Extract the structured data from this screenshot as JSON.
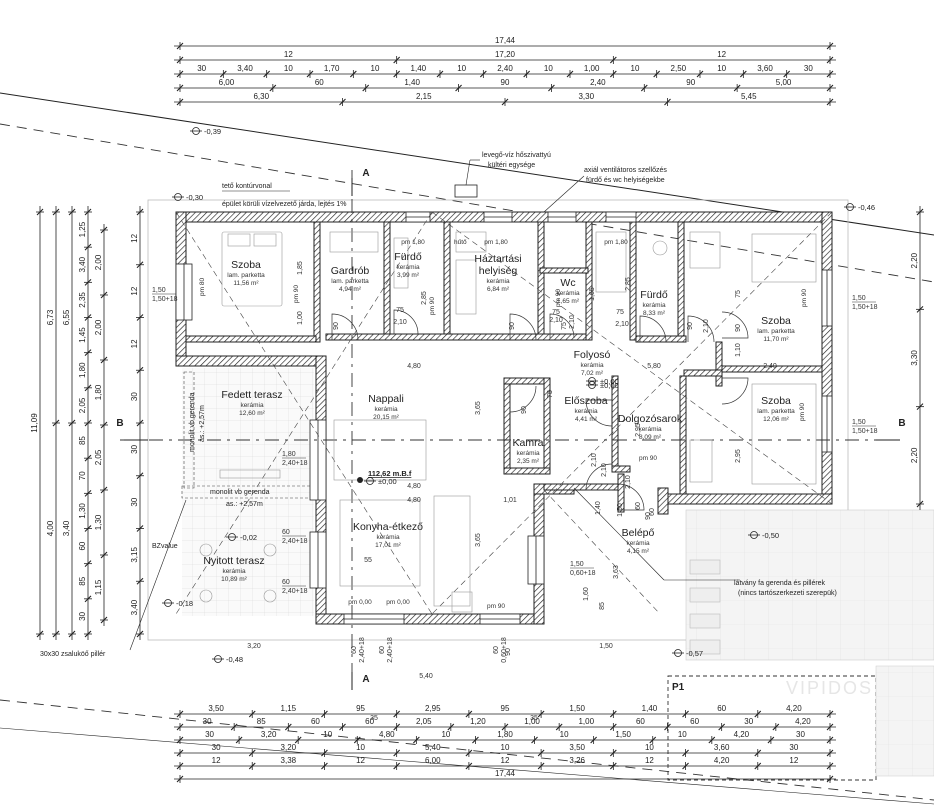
{
  "dims_top": [
    {
      "labels": [
        "17,44"
      ]
    },
    {
      "labels": [
        "12",
        "17,20",
        "12"
      ]
    },
    {
      "labels": [
        "30",
        "3,40",
        "10",
        "1,70",
        "10",
        "1,40",
        "10",
        "2,40",
        "10",
        "1,00",
        "10",
        "2,50",
        "10",
        "3,60",
        "30"
      ]
    },
    {
      "labels": [
        "6,00",
        "60",
        "1,40",
        "90",
        "2,40",
        "90",
        "5,00"
      ]
    },
    {
      "labels": [
        "6,30",
        "2,15",
        "3,30",
        "5,45"
      ]
    }
  ],
  "dims_bottom": [
    {
      "labels": [
        "3,50",
        "1,15",
        "95",
        "2,95",
        "95",
        "1,50",
        "1,40",
        "60",
        "4,20"
      ]
    },
    {
      "labels": [
        "30",
        "85",
        "60",
        "60",
        "2,05",
        "1,20",
        "1,00",
        "1,00",
        "60",
        "60",
        "30",
        "4,20"
      ]
    },
    {
      "labels": [
        "30",
        "3,20",
        "10",
        "4,80",
        "10",
        "1,80",
        "10",
        "1,50",
        "10",
        "4,20",
        "30"
      ]
    },
    {
      "labels": [
        "30",
        "3,20",
        "10",
        "5,40",
        "10",
        "3,50",
        "10",
        "3,60",
        "30"
      ]
    },
    {
      "labels": [
        "12",
        "3,38",
        "12",
        "6,00",
        "12",
        "3,26",
        "12",
        "4,20",
        "12"
      ]
    },
    {
      "labels": [
        "17,44"
      ]
    }
  ],
  "small_dims": [
    "35",
    "35"
  ],
  "dims_left": {
    "outer": "11,09",
    "col2": [
      "6,73",
      "4,00"
    ],
    "col3": [
      "6,55",
      "3,40"
    ],
    "col4": [
      "1,25",
      "3,40",
      "2,35",
      "1,45",
      "1,80",
      "2,05",
      "85",
      "70",
      "1,30",
      "60",
      "85",
      "30"
    ],
    "col5": [
      "2,00",
      "2,00",
      "1,80",
      "2,05",
      "1,30",
      "1,15"
    ],
    "misc": [
      "12",
      "12",
      "12",
      "30",
      "30",
      "30",
      "3,15",
      "3,40"
    ]
  },
  "dims_right": [
    "2,20",
    "3,30",
    "2,20"
  ],
  "rooms": [
    {
      "name": "Szoba",
      "floor": "lam. parketta",
      "area": "11,56 m²"
    },
    {
      "name": "Gardrób",
      "floor": "lam. parketta",
      "area": "4,94 m²"
    },
    {
      "name": "Fürdő",
      "floor": "kerámia",
      "area": "3,99 m²"
    },
    {
      "name": "Háztartási",
      "name2": "helyiség",
      "floor": "kerámia",
      "area": "6,84 m²"
    },
    {
      "name": "Wc",
      "floor": "kerámia",
      "area": "1,65 m²"
    },
    {
      "name": "Fürdő",
      "floor": "kerámia",
      "area": "8,33 m²"
    },
    {
      "name": "Szoba",
      "floor": "lam. parketta",
      "area": "11,70 m²"
    },
    {
      "name": "Folyosó",
      "floor": "kerámia",
      "area": "7,02 m²"
    },
    {
      "name": "Fedett terasz",
      "floor": "kerámia",
      "area": "12,60 m²"
    },
    {
      "name": "Nappali",
      "floor": "kerámia",
      "area": "20,15 m²"
    },
    {
      "name": "Kamra",
      "floor": "kerámia",
      "area": "2,35 m²"
    },
    {
      "name": "Előszoba",
      "floor": "kerámia",
      "area": "4,41 m²"
    },
    {
      "name": "Dolgozósarok",
      "floor": "kerámia",
      "area": "8,09 m²"
    },
    {
      "name": "Szoba",
      "floor": "lam. parketta",
      "area": "12,06 m²"
    },
    {
      "name": "Konyha-étkező",
      "floor": "kerámia",
      "area": "17,01 m²"
    },
    {
      "name": "Nyitott terasz",
      "floor": "kerámia",
      "area": "10,89 m²"
    },
    {
      "name": "Belépő",
      "floor": "kerámia",
      "area": "4,15 m²"
    }
  ],
  "levels": [
    "-0,39",
    "-0,30",
    "-0,46",
    "±0,00",
    "-0,02",
    "-0,18",
    "-0,48",
    "-0,57",
    "-0,50",
    "±0,00",
    "±0,00"
  ],
  "total_area": "112,62 m.B.f",
  "annotations": {
    "heatpump": [
      "levegő-víz hőszivattyú",
      "kültéri egysége"
    ],
    "fan": [
      "axiál ventilátoros szellőzés",
      "fürdő és wc helyiségekbe"
    ],
    "contour": "tető kontúrvonal",
    "walkway": "épület körüli vízelvezető járda, lejtés 1%",
    "beams": [
      "látvány fa gerenda és pillérek",
      "(nincs tartószerkezeti szerepük)"
    ],
    "column": "30x30 zsaluköő pillér",
    "beam_label": "monolit vb gerenda",
    "beam_label2": "monolit vb gerenda",
    "beam_level": "as.: +2,57m",
    "beam_level2": "as.: +2,57m",
    "parapet": "pm 80",
    "pm": [
      "pm 1,80",
      "pm 1,80",
      "pm 1,80",
      "pm 90",
      "pm 90",
      "pm 90",
      "pm 90",
      "pm 90",
      "pm 90",
      "pm 0,00",
      "pm 0,00",
      "pm 90"
    ],
    "bzvalue": "BZvalue",
    "fridge": "hűtő"
  },
  "openings": [
    {
      "a": "1,50",
      "b": "1,50+18"
    },
    {
      "a": "1,50",
      "b": "1,50+18"
    },
    {
      "a": "1,50",
      "b": "1,50+18"
    },
    {
      "a": "1,80",
      "b": "2,40+18"
    },
    {
      "a": "60",
      "b": "2,40+18"
    },
    {
      "a": "60",
      "b": "2,40+18"
    },
    {
      "a": "1,50",
      "b": "0,60+18"
    },
    {
      "a": "60",
      "b": "2,40+18"
    },
    {
      "a": "60",
      "b": "0,60+18"
    },
    {
      "a": "60",
      "b": "2,40+18"
    }
  ],
  "interior_dims": [
    "1,85",
    "1,00",
    "2,85",
    "75",
    "2,10",
    "90",
    "90",
    "75",
    "2,10",
    "1,65",
    "2,85",
    "75",
    "2,10",
    "90",
    "75",
    "2,10",
    "75",
    "90",
    "2,10",
    "1,10",
    "2,95",
    "2,95",
    "4,80",
    "5,80",
    "2,40",
    "3,65",
    "3,65",
    "4,80",
    "4,80",
    "1,01",
    "75",
    "90",
    "2,10",
    "2,10",
    "2,10",
    "60",
    "90",
    "1,50",
    "1,40",
    "1,60",
    "85",
    "3,63",
    "60",
    "5,40",
    "3,20",
    "1,50",
    "90",
    "55"
  ],
  "section_marks": [
    "A",
    "A",
    "B",
    "B"
  ],
  "parking": "P1",
  "watermark": "VIPIDOS"
}
